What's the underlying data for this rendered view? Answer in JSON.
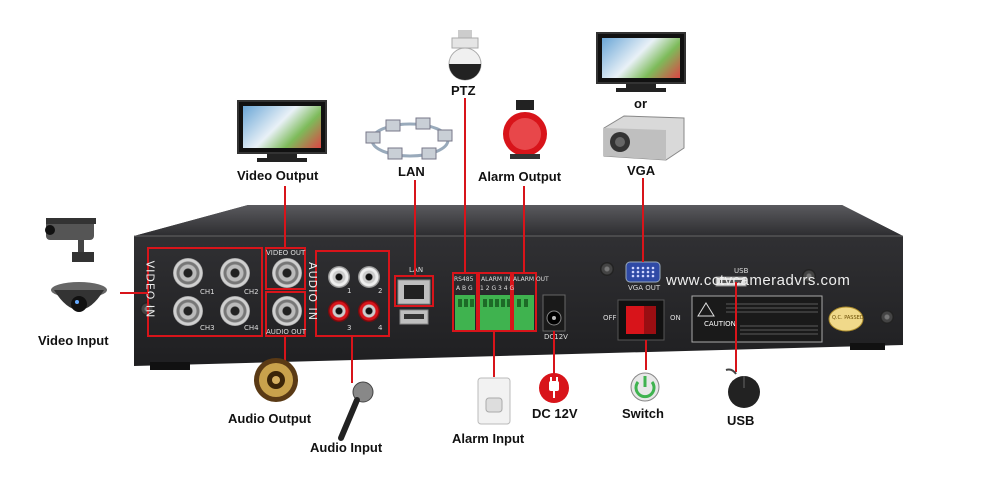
{
  "labels": {
    "ptz": "PTZ",
    "video_output": "Video Output",
    "lan": "LAN",
    "alarm_output": "Alarm Output",
    "or": "or",
    "vga": "VGA",
    "video_input": "Video Input",
    "audio_output": "Audio Output",
    "audio_input": "Audio Input",
    "alarm_input": "Alarm Input",
    "dc_12v": "DC 12V",
    "switch": "Switch",
    "usb": "USB"
  },
  "watermark": "www.cctvcameradvrs.com",
  "panel": {
    "video_in": "VIDEO IN",
    "audio_in": "AUDIO IN",
    "video_out": "VIDEO OUT",
    "audio_out": "AUDIO OUT",
    "ch1": "CH1",
    "ch2": "CH2",
    "ch3": "CH3",
    "ch4": "CH4",
    "a1": "1",
    "a2": "2",
    "a3": "3",
    "a4": "4",
    "lan": "LAN",
    "rs485": "RS485",
    "alarm_in": "ALARM IN",
    "alarm_out": "ALARM OUT",
    "rs485_pins": "A B G",
    "alarm_in_pins": "1 2 G 3 4 G",
    "dc12v": "DC12V",
    "vga_out": "VGA OUT",
    "off": "OFF",
    "on": "ON",
    "usb": "USB",
    "caution": "CAUTION",
    "qc": "Q.C. PASSED"
  },
  "colors": {
    "accent": "#d8141a",
    "chassis": "#2b2b2d",
    "terminal": "#3fb34f"
  },
  "icons": [
    "bullet-camera-icon",
    "dome-camera-icon",
    "monitor-icon",
    "network-computers-icon",
    "ptz-camera-icon",
    "alarm-siren-icon",
    "projector-icon",
    "speaker-icon",
    "microphone-icon",
    "motion-sensor-icon",
    "power-plug-icon",
    "power-switch-icon",
    "mouse-icon"
  ]
}
